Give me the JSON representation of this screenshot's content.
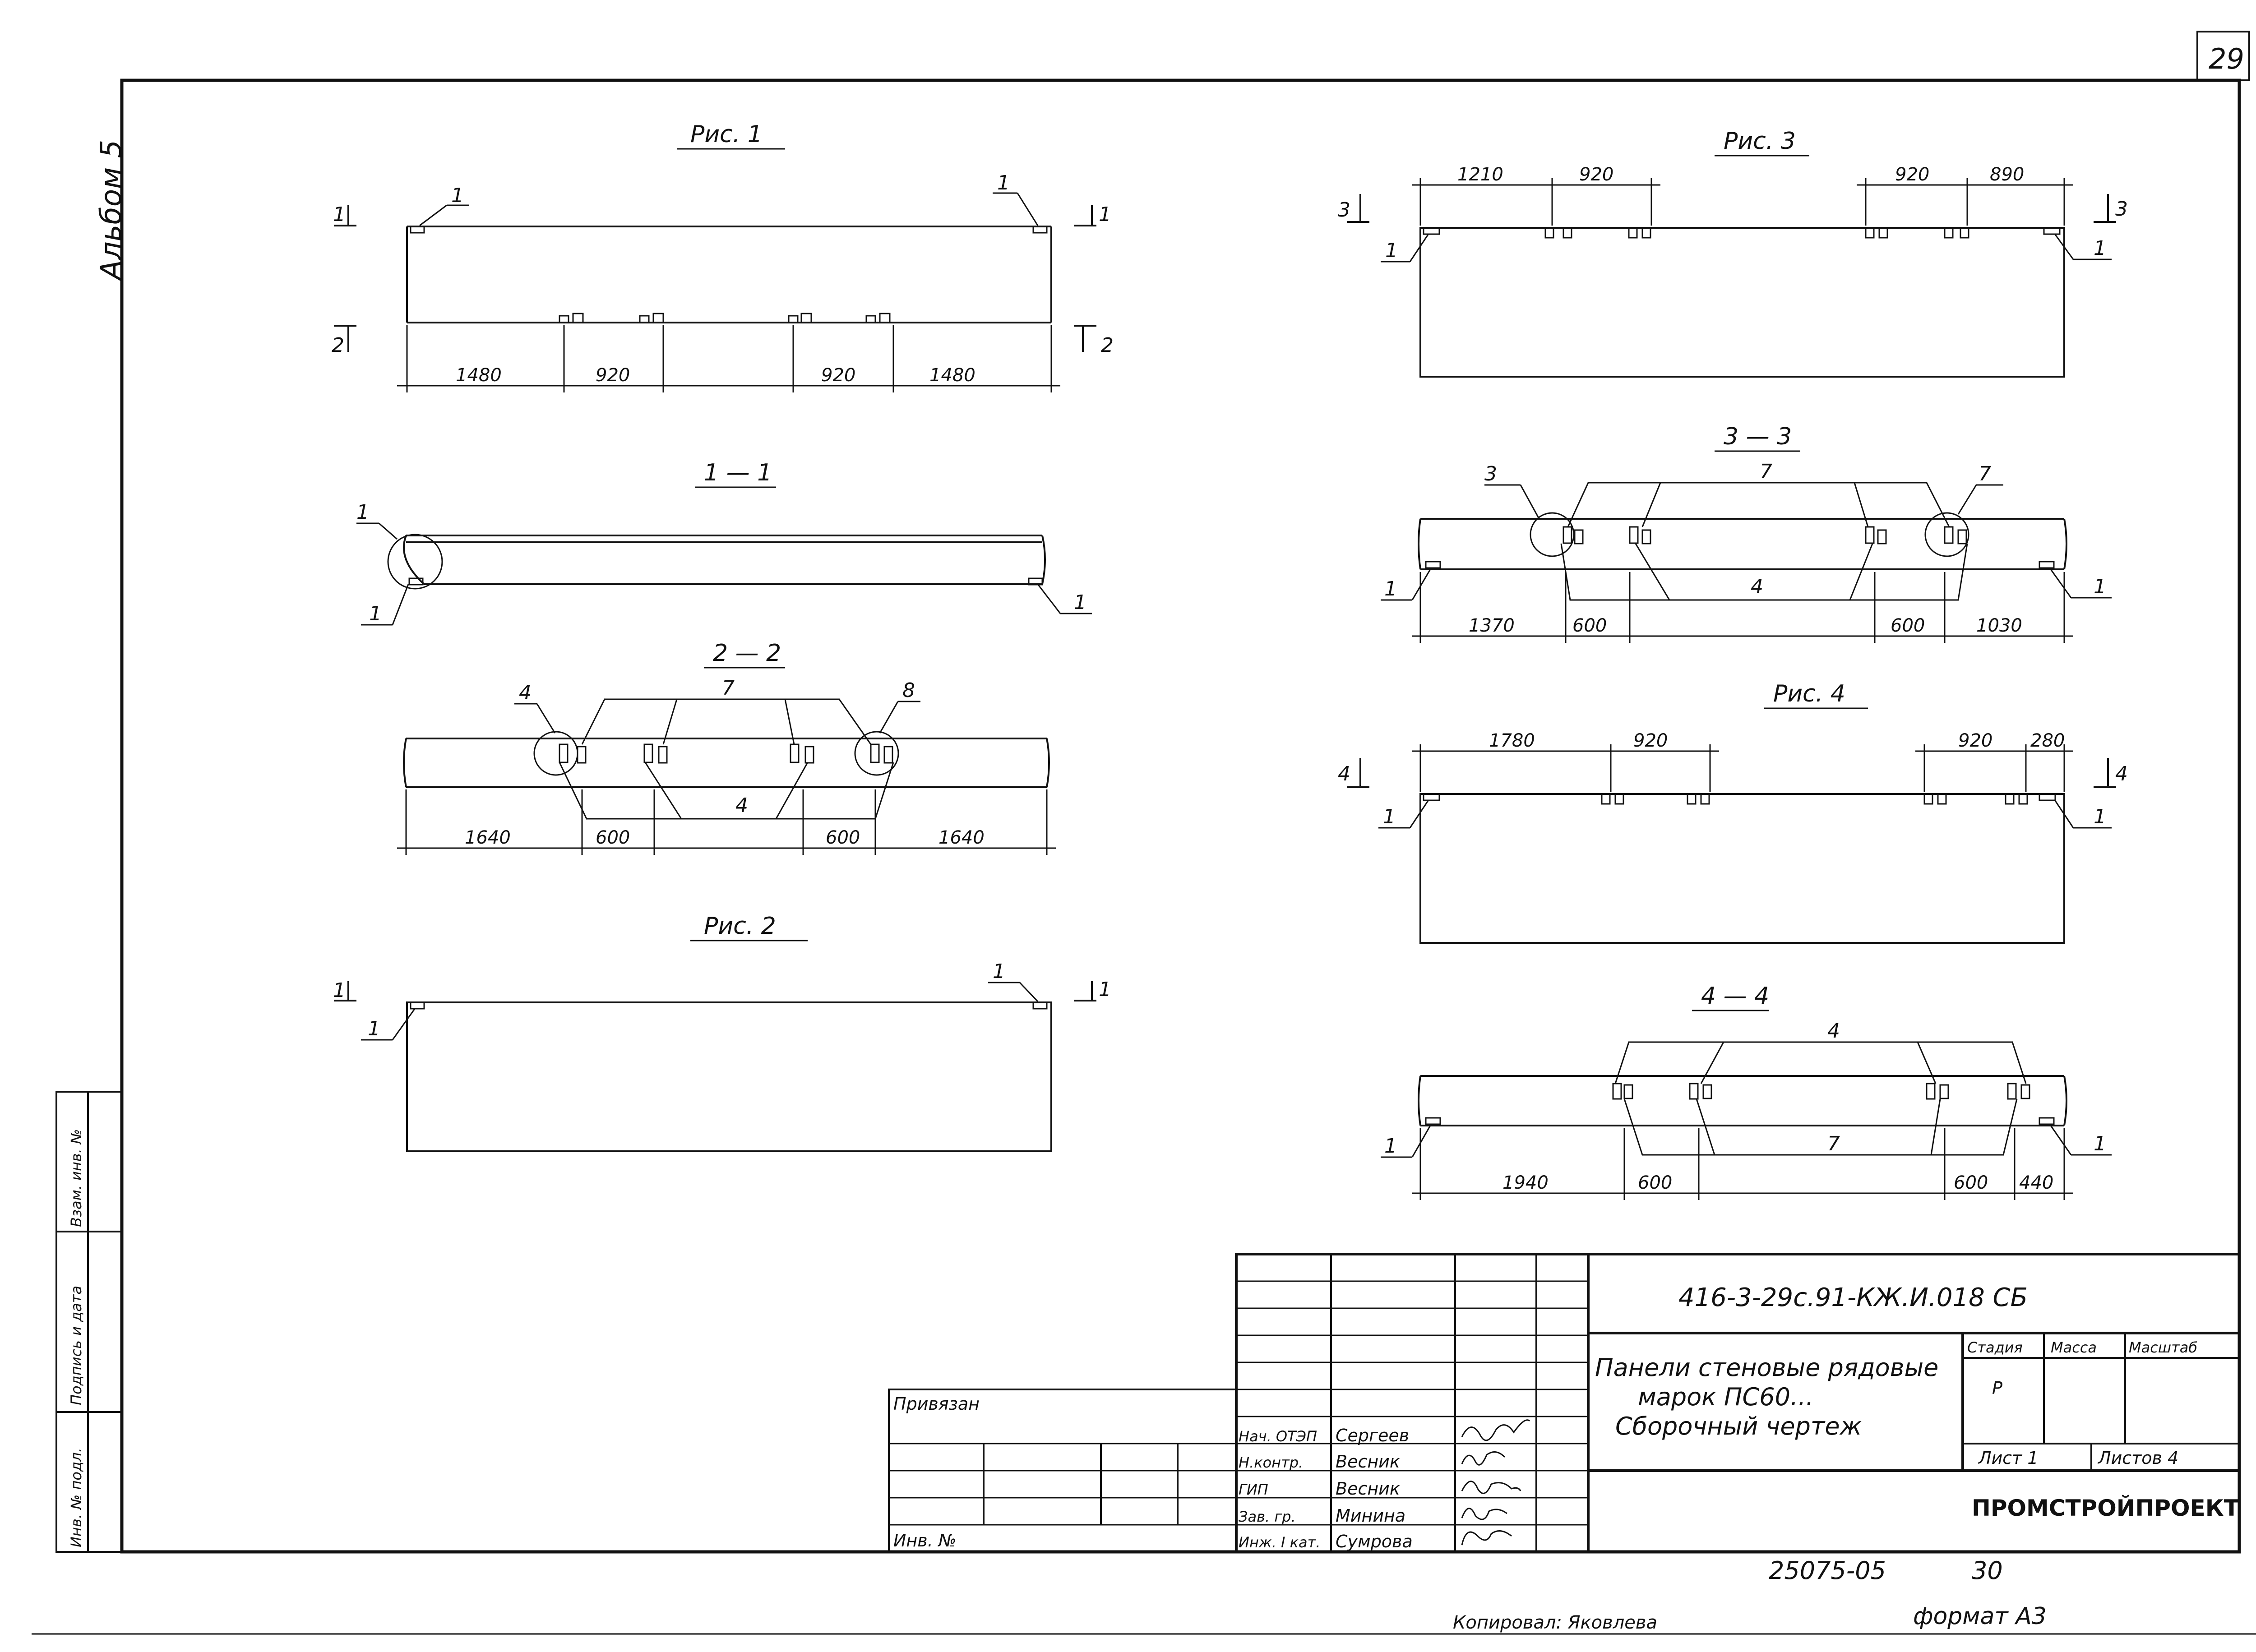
{
  "sheet": {
    "page_number": "29",
    "album": "Альбом 5",
    "format": "формат А3",
    "copied_by": "Копировал: Яковлева",
    "inventory_footer": "25075-05",
    "inventory_footer_2": "30"
  },
  "side_stamp": {
    "inv_podl": "Инв. № подл.",
    "podpis_data": "Подпись и дата",
    "vzam_inv": "Взам. инв. №"
  },
  "fig1": {
    "title": "Рис. 1",
    "dims": [
      "1480",
      "920",
      "920",
      "1480"
    ],
    "marks": {
      "top_left": "1",
      "top_right": "1",
      "sec_l1": "1",
      "sec_r1": "1",
      "sec_l2": "2",
      "sec_r2": "2"
    }
  },
  "sec11": {
    "title": "1 — 1",
    "marks": {
      "a": "1",
      "b": "1",
      "c": "1"
    }
  },
  "sec22": {
    "title": "2 — 2",
    "dims": [
      "1640",
      "600",
      "600",
      "1640"
    ],
    "marks": {
      "m4a": "4",
      "m7": "7",
      "m8": "8",
      "m4b": "4"
    }
  },
  "fig2": {
    "title": "Рис. 2",
    "marks": {
      "sec_l": "1",
      "sec_r": "1",
      "tl": "1",
      "tr": "1"
    }
  },
  "fig3": {
    "title": "Рис. 3",
    "dims": [
      "1210",
      "920",
      "920",
      "890"
    ],
    "marks": {
      "sec_l": "3",
      "sec_r": "3",
      "left": "1",
      "right": "1"
    }
  },
  "sec33": {
    "title": "3 — 3",
    "dims": [
      "1370",
      "600",
      "600",
      "1030"
    ],
    "marks": {
      "m3": "3",
      "m7a": "7",
      "m7b": "7",
      "m4": "4",
      "m1a": "1",
      "m1b": "1"
    }
  },
  "fig4": {
    "title": "Рис. 4",
    "dims": [
      "1780",
      "920",
      "920",
      "280"
    ],
    "marks": {
      "sec_l": "4",
      "sec_r": "4",
      "left": "1",
      "right": "1"
    }
  },
  "sec44": {
    "title": "4 — 4",
    "dims": [
      "1940",
      "600",
      "600",
      "440"
    ],
    "marks": {
      "m4": "4",
      "m7": "7",
      "m1a": "1",
      "m1b": "1"
    }
  },
  "title_block": {
    "doc_code": "416-3-29с.91-КЖ.И.018 СБ",
    "title_line1": "Панели стеновые рядовые",
    "title_line2": "марок ПС60...",
    "title_line3": "Сборочный чертеж",
    "privyazan": "Привязан",
    "inv_no": "Инв. №",
    "stage_label": "Стадия",
    "mass_label": "Масса",
    "scale_label": "Масштаб",
    "stage_value": "Р",
    "sheet_label": "Лист 1",
    "sheets_label": "Листов 4",
    "organization": "ПРОМСТРОЙПРОЕКТ",
    "people": [
      {
        "role": "Нач. ОТЭП",
        "name": "Сергеев"
      },
      {
        "role": "Н.контр.",
        "name": "Весник"
      },
      {
        "role": "ГИП",
        "name": "Весник"
      },
      {
        "role": "Зав. гр.",
        "name": "Минина"
      },
      {
        "role": "Инж. I кат.",
        "name": "Сумрова"
      }
    ]
  }
}
